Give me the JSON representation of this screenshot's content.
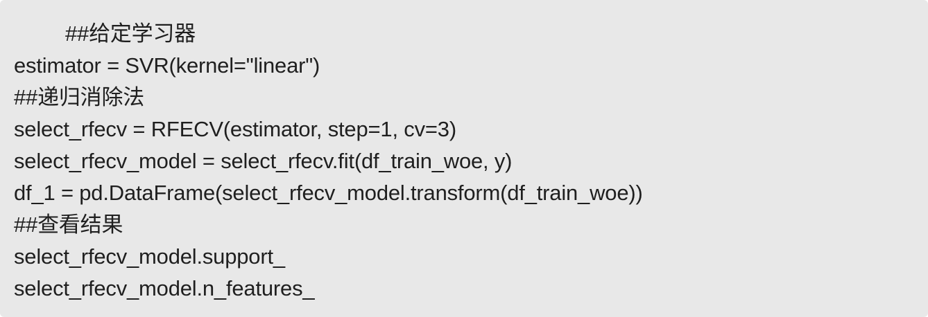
{
  "code": {
    "lines": [
      "##给定学习器",
      "estimator = SVR(kernel=\"linear\")",
      "##递归消除法",
      "select_rfecv = RFECV(estimator, step=1, cv=3)",
      "select_rfecv_model = select_rfecv.fit(df_train_woe, y)",
      "df_1 = pd.DataFrame(select_rfecv_model.transform(df_train_woe))",
      "##查看结果",
      "select_rfecv_model.support_",
      "select_rfecv_model.n_features_"
    ]
  }
}
